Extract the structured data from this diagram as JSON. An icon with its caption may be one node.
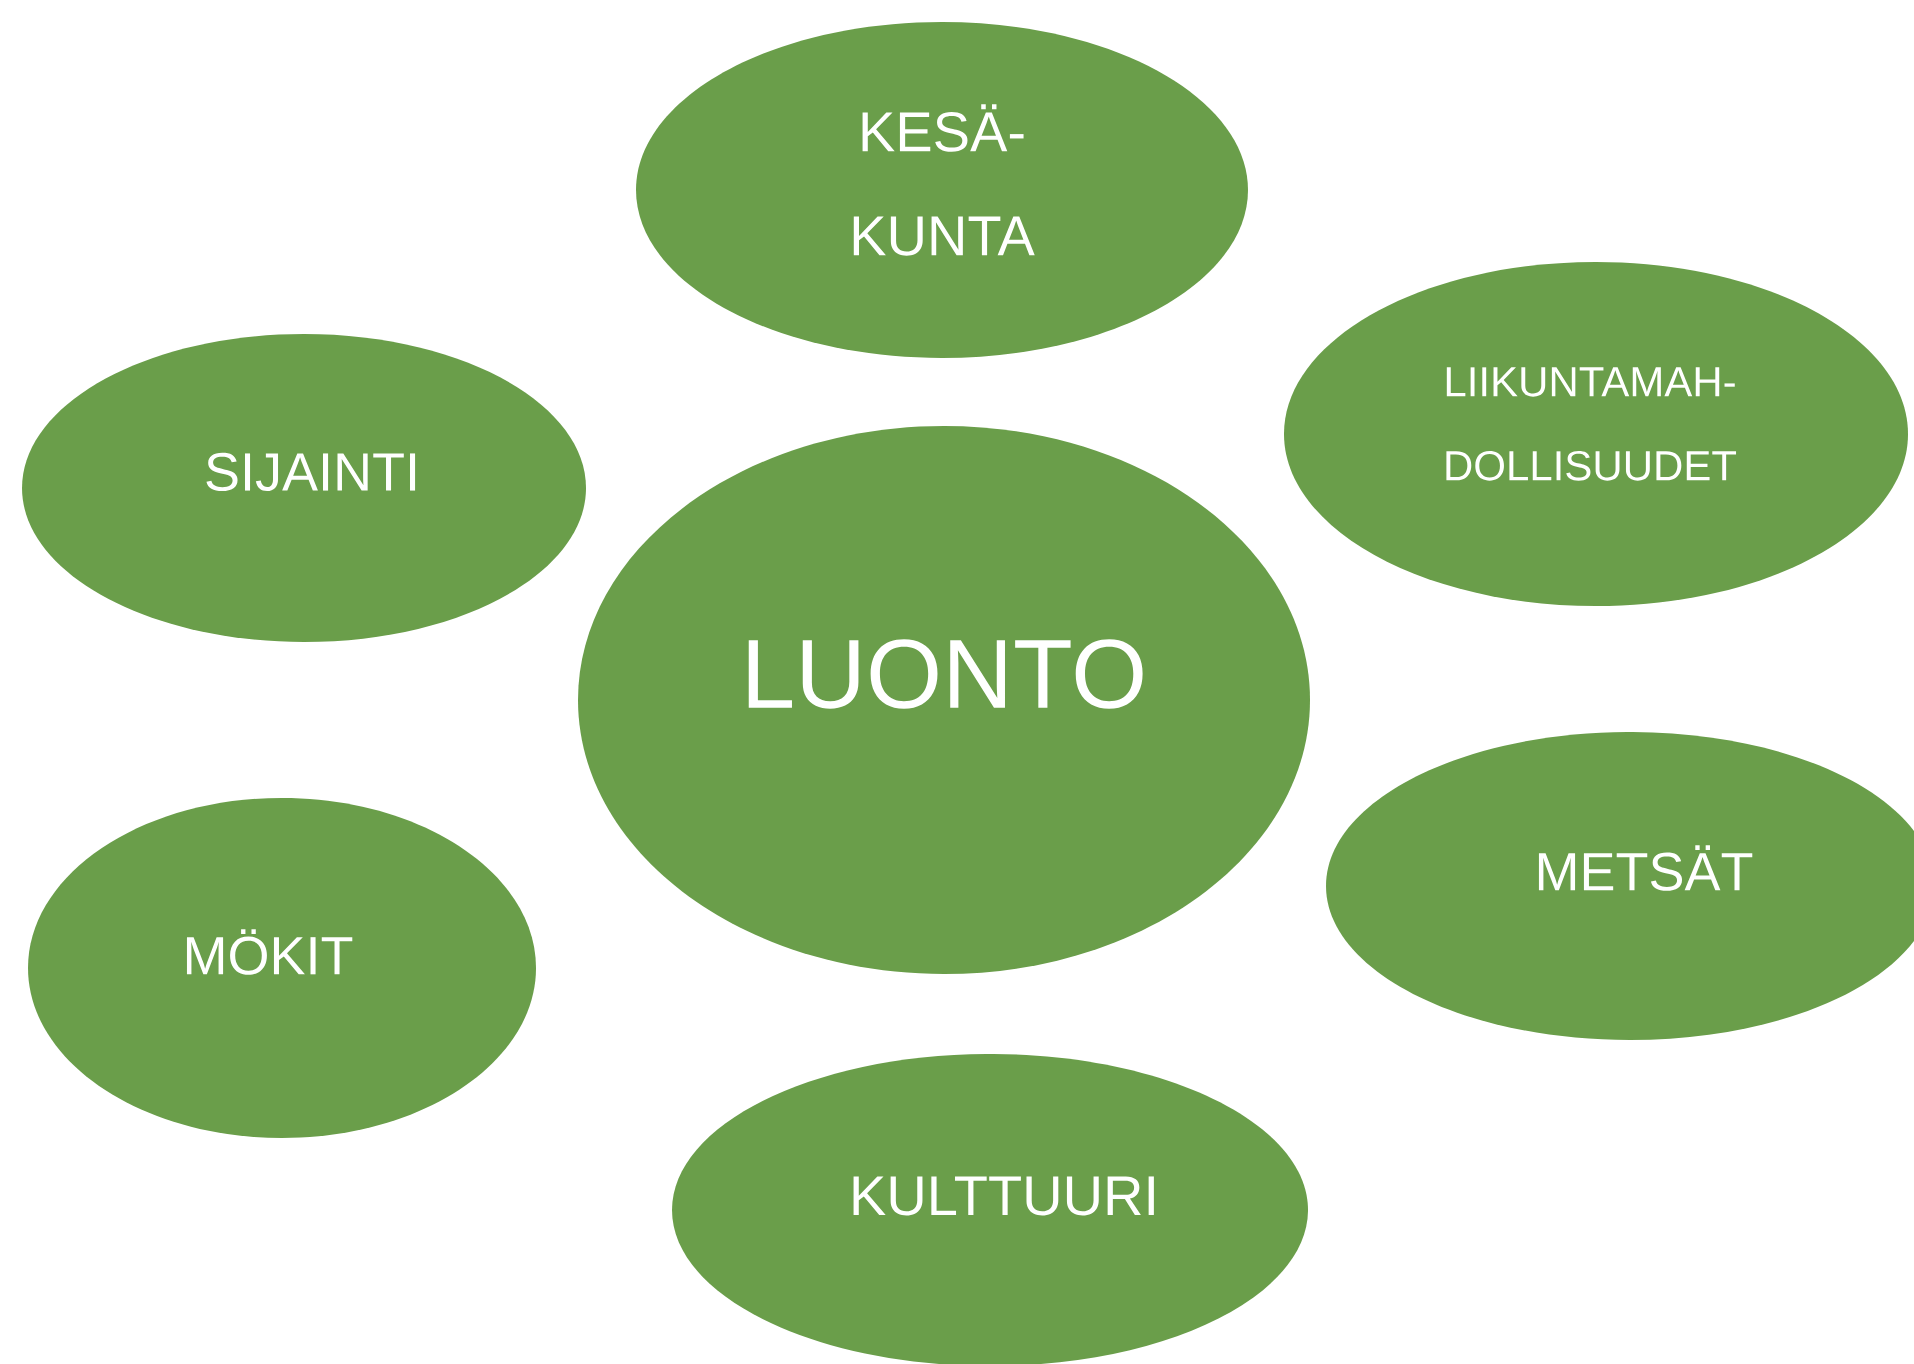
{
  "diagram": {
    "nodes": [
      {
        "text": [
          "KESÄ- KUNTA"
        ]
      },
      {
        "text": [
          "SIJAINTI"
        ]
      },
      {
        "text": [
          "LIIKUNTAMAH- DOLLISUUDET"
        ]
      },
      {
        "text": [
          "LUONTO"
        ]
      },
      {
        "text": [
          "MÖKIT"
        ]
      },
      {
        "text": [
          "METSÄT"
        ]
      },
      {
        "text": [
          "KULTTUURI"
        ]
      }
    ]
  }
}
